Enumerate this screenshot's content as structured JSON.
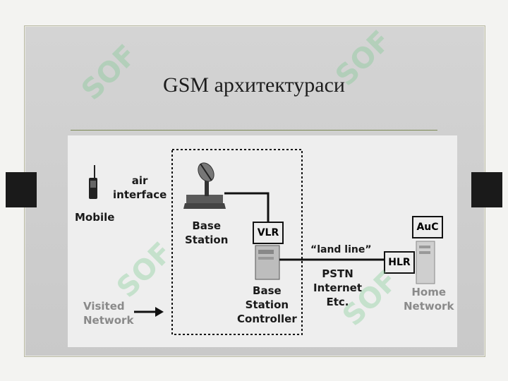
{
  "slide": {
    "title": "GSM архитектураси"
  },
  "diagram": {
    "mobile_label": "Mobile",
    "air_interface_label": "air\ninterface",
    "base_station_label": "Base\nStation",
    "vlr_label": "VLR",
    "bsc_label": "Base\nStation\nController",
    "land_line_label": "“land line”",
    "pstn_label": "PSTN\nInternet\nEtc.",
    "hlr_label": "HLR",
    "auc_label": "AuC",
    "home_network_label": "Home\nNetwork",
    "visited_network_label": "Visited\nNetwork"
  },
  "watermark": {
    "text": "SOF"
  }
}
